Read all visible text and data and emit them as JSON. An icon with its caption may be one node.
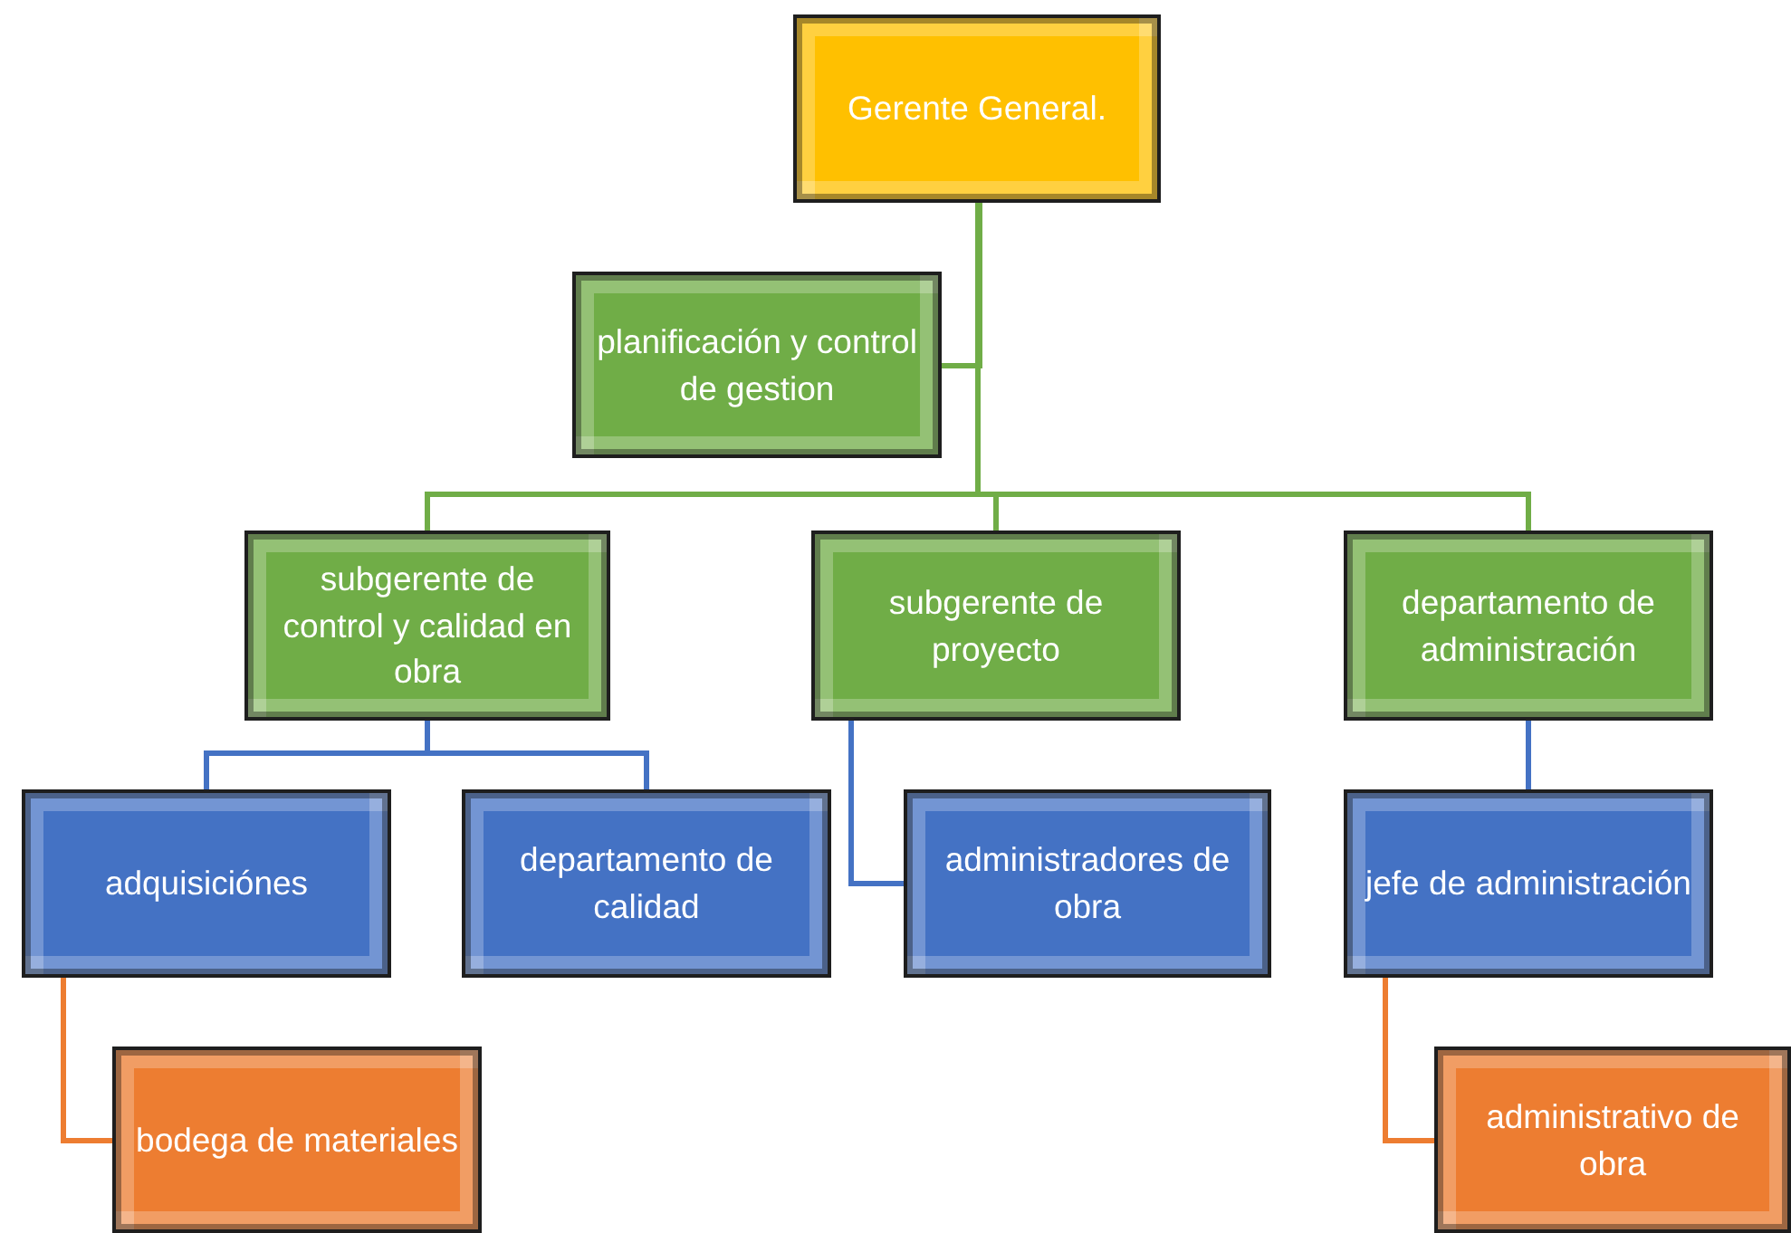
{
  "diagram": {
    "nodes": [
      {
        "text": [
          "Gerente General."
        ]
      },
      {
        "text": [
          "planificación y control de gestion"
        ]
      },
      {
        "text": [
          "subgerente de control y calidad en obra"
        ]
      },
      {
        "text": [
          "subgerente de proyecto"
        ]
      },
      {
        "text": [
          "departamento de administración"
        ]
      },
      {
        "text": [
          "adquisiciónes"
        ]
      },
      {
        "text": [
          "departamento de calidad"
        ]
      },
      {
        "text": [
          "administradores de obra"
        ]
      },
      {
        "text": [
          "jefe de administración"
        ]
      },
      {
        "text": [
          "bodega de materiales"
        ]
      },
      {
        "text": [
          "administrativo de obra"
        ]
      }
    ],
    "edges": [
      {
        "from": 0,
        "to": 1,
        "arrow": "none",
        "color": "#70ad47"
      },
      {
        "from": 0,
        "to": 2,
        "arrow": "none",
        "color": "#70ad47"
      },
      {
        "from": 0,
        "to": 3,
        "arrow": "none",
        "color": "#70ad47"
      },
      {
        "from": 0,
        "to": 4,
        "arrow": "none",
        "color": "#70ad47"
      },
      {
        "from": 2,
        "to": 5,
        "arrow": "none",
        "color": "#4472c4"
      },
      {
        "from": 2,
        "to": 6,
        "arrow": "none",
        "color": "#4472c4"
      },
      {
        "from": 3,
        "to": 7,
        "arrow": "none",
        "color": "#4472c4"
      },
      {
        "from": 4,
        "to": 8,
        "arrow": "none",
        "color": "#4472c4"
      },
      {
        "from": 5,
        "to": 9,
        "arrow": "none",
        "color": "#ed7d31"
      },
      {
        "from": 8,
        "to": 10,
        "arrow": "none",
        "color": "#ed7d31"
      }
    ]
  }
}
